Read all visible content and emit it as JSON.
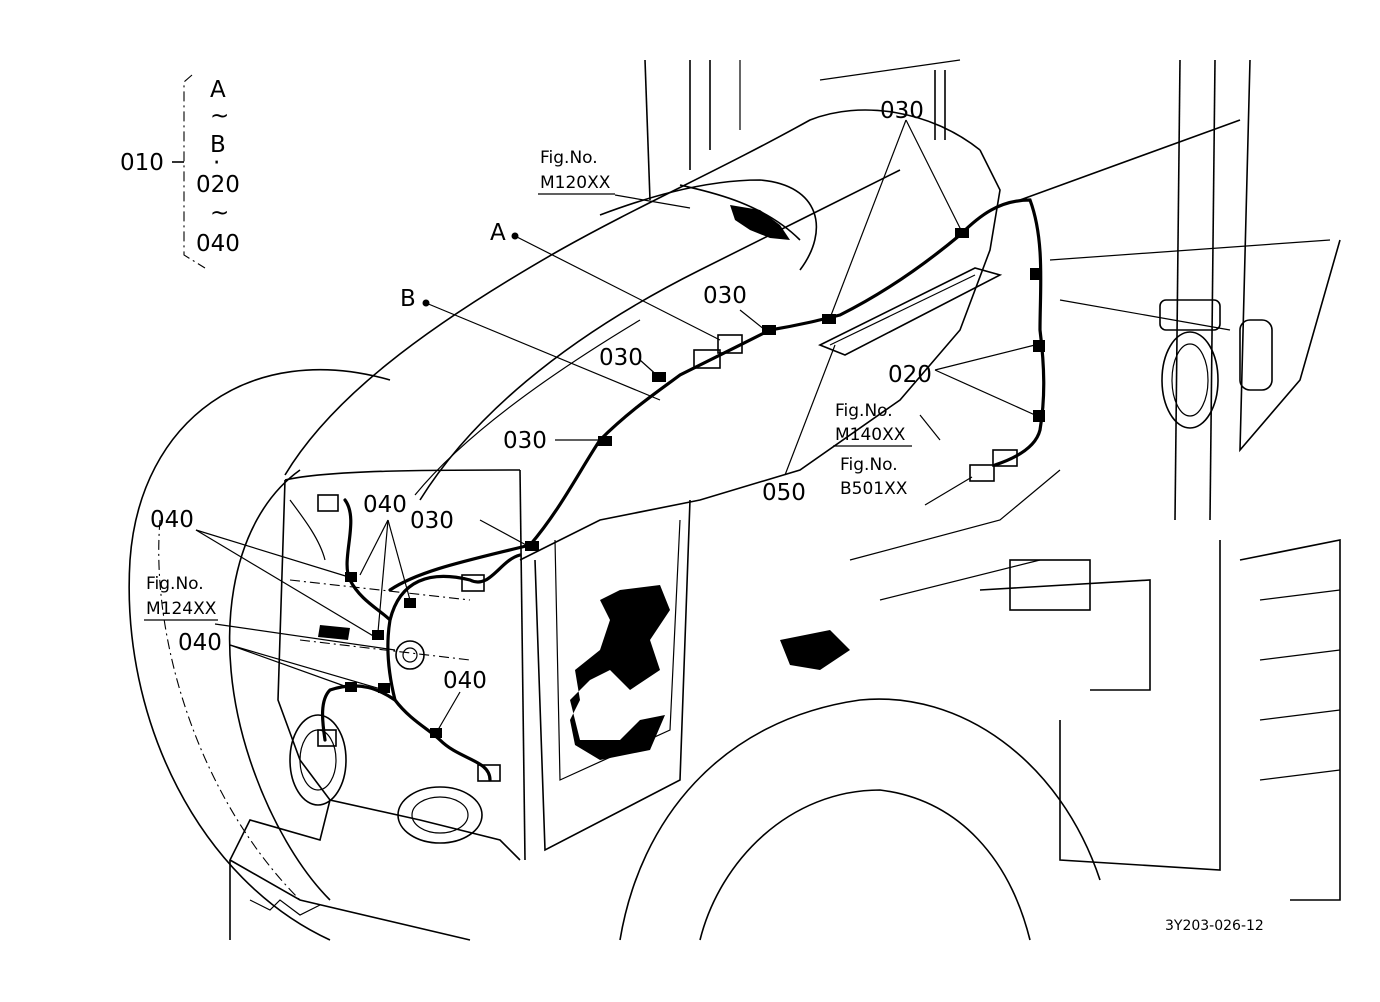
{
  "legend": {
    "parent_no": "010",
    "items": [
      "A",
      "~",
      "B",
      "·",
      "020",
      "~",
      "040"
    ]
  },
  "callouts": {
    "a": "A",
    "b": "B",
    "p020": "020",
    "p030_top": "030",
    "p030_mid": "030",
    "p030_left": "030",
    "p030_center": "030",
    "p030_lower": "030",
    "p040_upper_left": "040",
    "p040_upper_center": "040",
    "p040_lower_left": "040",
    "p040_lower_center": "040",
    "p050": "050"
  },
  "figure_refs": [
    {
      "caption": "Fig.No.",
      "number": "M120XX"
    },
    {
      "caption": "Fig.No.",
      "number": "M140XX"
    },
    {
      "caption": "Fig.No.",
      "number": "B501XX"
    },
    {
      "caption": "Fig.No.",
      "number": "M124XX"
    }
  ],
  "drawing_id": "3Y203-026-12"
}
